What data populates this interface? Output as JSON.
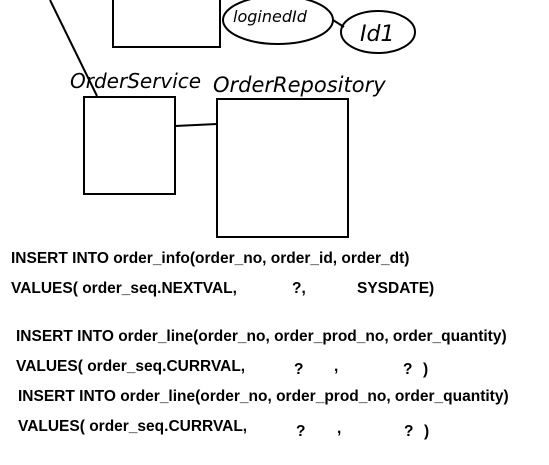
{
  "diagram": {
    "labels": {
      "logined_id": "loginedId",
      "id_value": "Id1",
      "order_service": "OrderService",
      "order_repository": "OrderRepository"
    },
    "stroke_color": "#000000"
  },
  "sql": {
    "insert_info": "INSERT INTO order_info(order_no, order_id, order_dt)",
    "values_info": {
      "prefix": "VALUES( order_seq.NEXTVAL,",
      "param": "?,",
      "sysdate": "SYSDATE)"
    },
    "insert_line_1": "INSERT INTO order_line(order_no, order_prod_no, order_quantity)",
    "values_line_1": {
      "prefix": "VALUES( order_seq.CURRVAL,",
      "q1": "?",
      "comma": ",",
      "q2": "?",
      "close": ")"
    },
    "insert_line_2": "INSERT INTO order_line(order_no, order_prod_no, order_quantity)",
    "values_line_2": {
      "prefix": "VALUES( order_seq.CURRVAL,",
      "q1": "?",
      "comma": ",",
      "q2": "?",
      "close": ")"
    }
  }
}
